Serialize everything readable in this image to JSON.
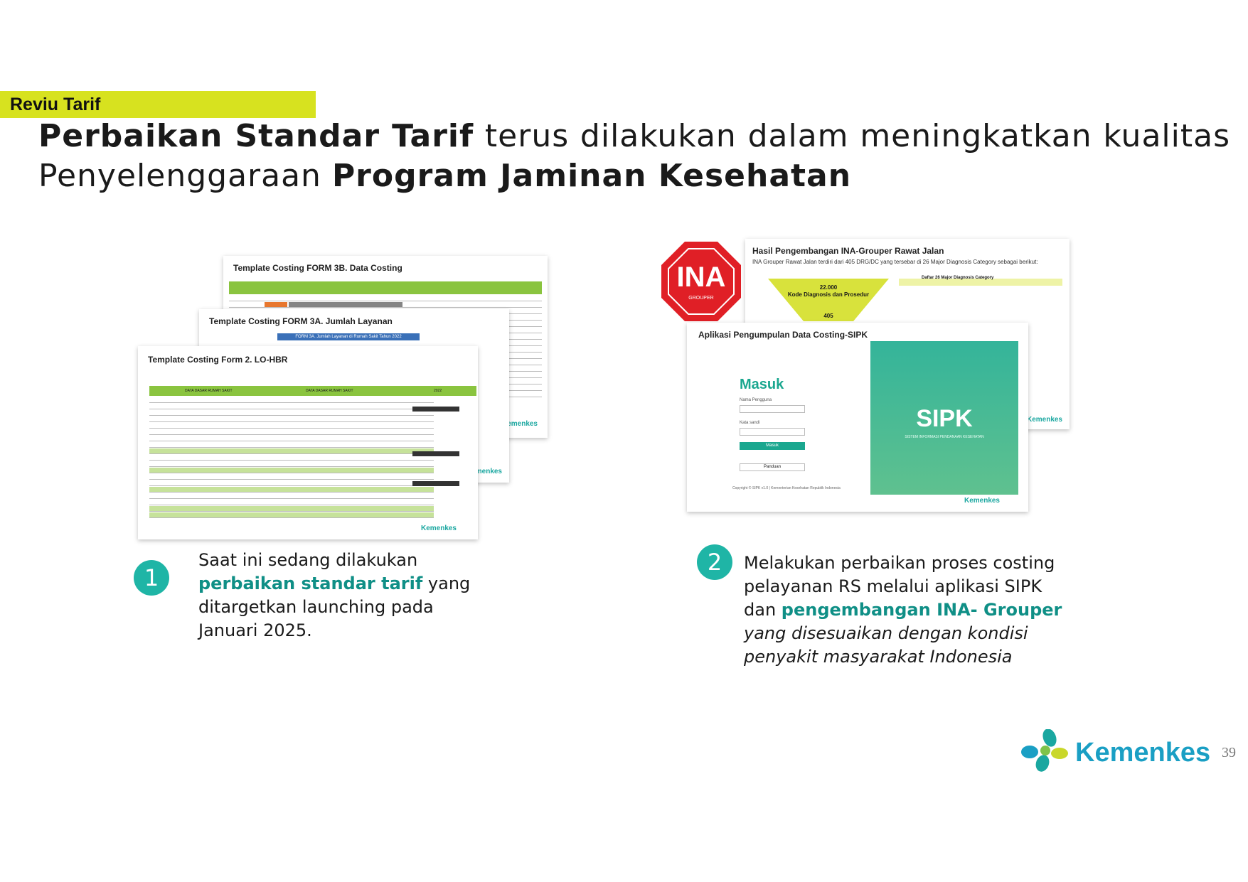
{
  "header": {
    "tag": "Reviu Tarif",
    "headline_bold_1": "Perbaikan Standar Tarif",
    "headline_text_1": " terus dilakukan dalam meningkatkan kualitas Penyelenggaraan ",
    "headline_bold_2": "Program Jaminan Kesehatan"
  },
  "left_images": {
    "form3b_title": "Template Costing FORM 3B. Data Costing",
    "form3a_title": "Template Costing FORM 3A. Jumlah Layanan",
    "form3a_banner": "FORM 3A. Jumlah Layanan di Rumah Sakit Tahun 2022",
    "form2_title": "Template Costing Form 2. LO-HBR",
    "form2_col1": "DATA DASAR RUMAH SAKIT",
    "form2_col2": "DATA DASAR RUMAH SAKIT",
    "form2_col3": "2022",
    "logo": "Kemenkes"
  },
  "right_images": {
    "ina_logo": "INA",
    "ina_logo_sub": "GROUPER",
    "ina_title": "Hasil Pengembangan INA-Grouper Rawat Jalan",
    "ina_subtitle": "INA Grouper Rawat Jalan terdiri dari 405 DRG/DC yang tersebar di 26 Major Diagnosis Category sebagai berikut:",
    "ina_funnel_1": "22.000",
    "ina_funnel_2": "Kode Diagnosis dan Prosedur",
    "ina_funnel_3": "405",
    "ina_list_title": "Daftar 26 Major Diagnosis Category",
    "sipk_title": "Aplikasi Pengumpulan Data Costing-SIPK",
    "sipk_login": "Masuk",
    "sipk_user_label": "Nama Pengguna",
    "sipk_pass_label": "Kata sandi",
    "sipk_button": "Masuk",
    "sipk_guide": "Panduan",
    "sipk_logo": "SIPK",
    "sipk_logo_sub": "SISTEM INFORMASI PENDANAAN KESEHATAN",
    "sipk_footer": "Copyright © SIPK v1.0 | Kementerian Kesehatan Republik Indonesia",
    "logo": "Kemenkes"
  },
  "point1": {
    "number": "1",
    "text_1": "Saat ini sedang dilakukan",
    "text_bold": "perbaikan standar tarif",
    "text_2": " yang ditargetkan  launching pada Januari 2025."
  },
  "point2": {
    "number": "2",
    "text_1": "Melakukan perbaikan proses costing pelayanan RS  melalui aplikasi SIPK dan ",
    "text_bold": "pengembangan INA- Grouper",
    "text_italic": " yang disesuaikan dengan kondisi penyakit masyarakat Indonesia"
  },
  "footer": {
    "brand": "Kemenkes",
    "page_number": "39"
  },
  "colors": {
    "tag_bg": "#d7e21f",
    "teal": "#0f8f86",
    "circle": "#1fb5a6",
    "brand": "#1a9fc4"
  }
}
